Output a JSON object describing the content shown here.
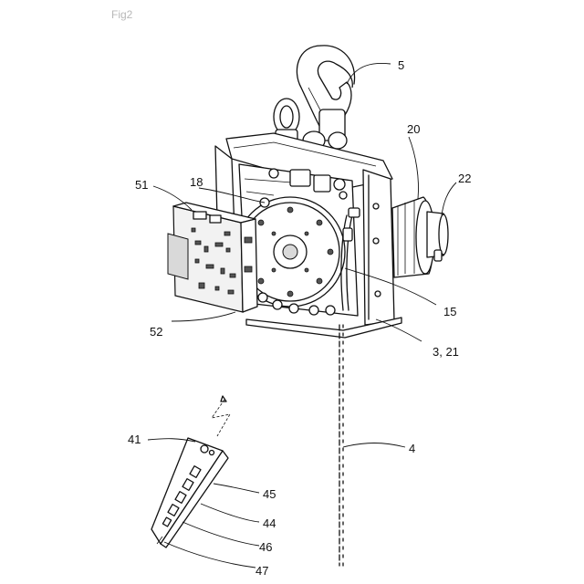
{
  "figure_label": "Fig2",
  "labels": {
    "l5": "5",
    "l20": "20",
    "l22": "22",
    "l51": "51",
    "l18": "18",
    "l15": "15",
    "l3_21": "3, 21",
    "l52": "52",
    "l4": "4",
    "l41": "41",
    "l45": "45",
    "l44": "44",
    "l46": "46",
    "l47": "47"
  }
}
